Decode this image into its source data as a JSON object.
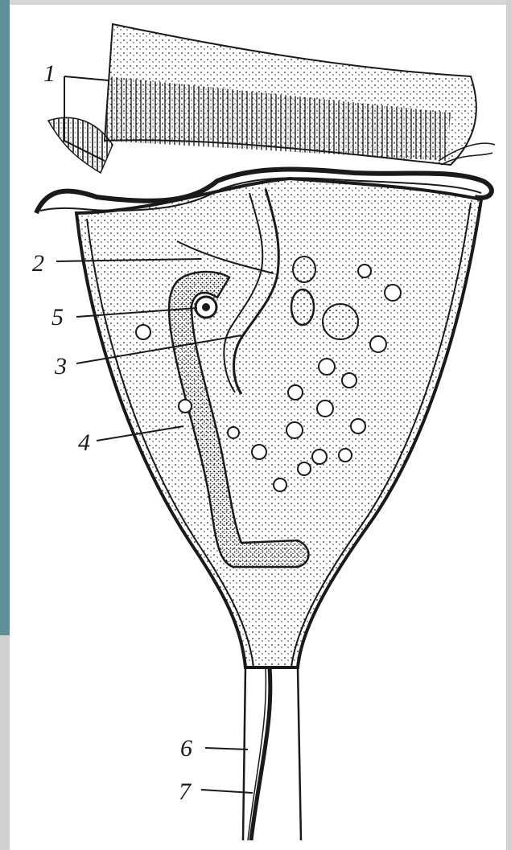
{
  "labels": {
    "l1": "1",
    "l2": "2",
    "l5": "5",
    "l3": "3",
    "l4": "4",
    "l6": "6",
    "l7": "7"
  },
  "colors": {
    "ink": "#1a1a1a",
    "paper": "#ffffff",
    "strip": "#5f8e96",
    "frame": "#d6d6d6"
  }
}
